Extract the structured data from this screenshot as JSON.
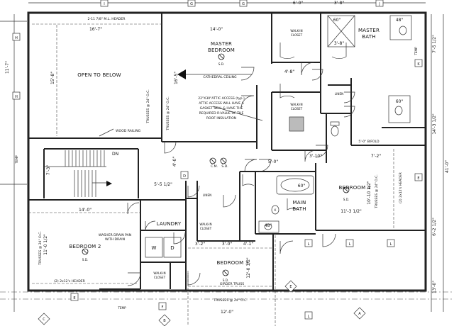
{
  "rooms": {
    "open_to_below": "OPEN TO BELOW",
    "master_bedroom_1": "MASTER",
    "master_bedroom_2": "BEDROOM",
    "master_bath_1": "MASTER",
    "master_bath_2": "BATH",
    "walk_in_closet_1": "WALK-IN",
    "walk_in_closet_2": "CLOSET",
    "linen": "LINEN",
    "bedroom_2": "BEDROOM 2",
    "bedroom_3": "BEDROOM 3",
    "bedroom_4": "BEDROOM 4",
    "laundry": "LAUNDRY",
    "main_bath_1": "MAIN",
    "main_bath_2": "BATH",
    "dn": "DN"
  },
  "notes": {
    "header_top": "2-11 7/8\" M.L. HEADER",
    "cathedral": "CATHEDRAL CEILING",
    "attic_1": "22\"X30\"ATTIC ACCESS (typ.)",
    "attic_2": "ATTIC ACCESS WILL HAVE A",
    "attic_3": "GASKET SEAL & HAVE THE",
    "attic_4": "REQUIRED R-VALUE OF THE",
    "attic_5": "ROOF INSULATION",
    "wood_railing": "WOOD RAILING",
    "washer_1": "WASHER DRAIN PAN",
    "washer_2": "WITH DRAIN",
    "header_2x12_left": "(2) 2x12's HEADER",
    "header_2x12_right": "(2) 2x12's HEADER",
    "girder": "GIRDER TRUSS",
    "trusses": "TRUSSES @ 24\" O.C.",
    "sd": "S.D.",
    "cm": "C.M.",
    "sd2": "S.D.",
    "bifold": "5'-0\" BIFOLD",
    "w": "W",
    "d": "D",
    "k": "K",
    "temp": "TEMP"
  },
  "dimensions": {
    "d16_7": "16'-7\"",
    "d14_0_top": "14'-0\"",
    "d6_0": "6'-0\"",
    "d3_8": "3'-8\"",
    "d15_8": "15'-8\"",
    "d16_3": "16'-5\"",
    "d4_8": "4'-8\"",
    "d7_3": "7'-3\"",
    "d14_0_mid": "14'-0\"",
    "d11_0_half": "11'-0 1/2\"",
    "d12_0_half": "12'-0 1/2\"",
    "d12_0": "12'-0\"",
    "d11_3_half": "11'-3 1/2\"",
    "d10_10_half": "10'-10 1/2\"",
    "d5_0": "5'-0\"",
    "d3_10": "3'-10\"",
    "d7_2": "7'-2\"",
    "d4_1": "4'-1\"",
    "d3_0": "3'-0\"",
    "d3_2": "3'-2\"",
    "d5_5": "5'-5 1/2\"",
    "d60_a": "60\"",
    "d60_b": "60\"",
    "d60_c": "60\"",
    "d48_a": "48\"",
    "d48_b": "48\"",
    "d3_8b": "3'-8\"",
    "d4_0": "4'-0\"",
    "d41_0": "41'-0\"",
    "d14_3": "14'-3 1/2\"",
    "d6_2": "6'-2 1/2\"",
    "d13_0": "13'-0\"",
    "d11_7": "11'-7\"",
    "d7_5": "7'-5 1/2\""
  },
  "grid_tags": {
    "top": [
      "I",
      "G",
      "G",
      "J"
    ],
    "left": [
      "H",
      "H"
    ],
    "right": [
      "K",
      "E"
    ],
    "bottom": [
      "C",
      "E",
      "F",
      "B",
      "A"
    ],
    "windows_right": [
      "L",
      "L",
      "L",
      "L"
    ],
    "window_d": "D",
    "window_e": "E"
  }
}
